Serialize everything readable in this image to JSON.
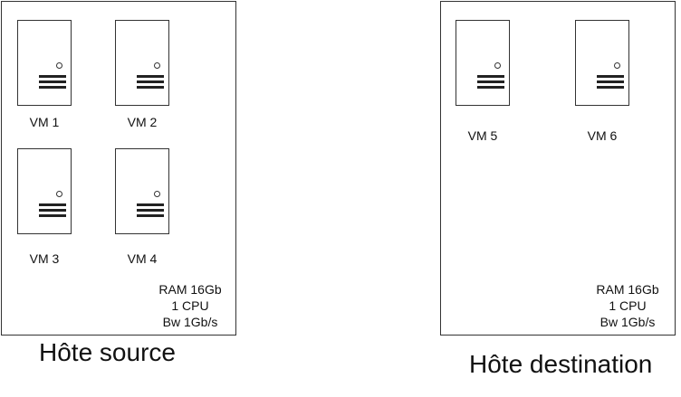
{
  "hosts": {
    "source": {
      "caption": "Hôte source",
      "vms": [
        "VM 1",
        "VM 2",
        "VM 3",
        "VM 4"
      ],
      "specs": {
        "ram": "RAM 16Gb",
        "cpu": "1 CPU",
        "bw": "Bw 1Gb/s"
      }
    },
    "destination": {
      "caption": "Hôte destination",
      "vms": [
        "VM 5",
        "VM 6"
      ],
      "specs": {
        "ram": "RAM 16Gb",
        "cpu": "1 CPU",
        "bw": "Bw 1Gb/s"
      }
    }
  },
  "icons": {
    "vm": "server-tower-icon"
  }
}
